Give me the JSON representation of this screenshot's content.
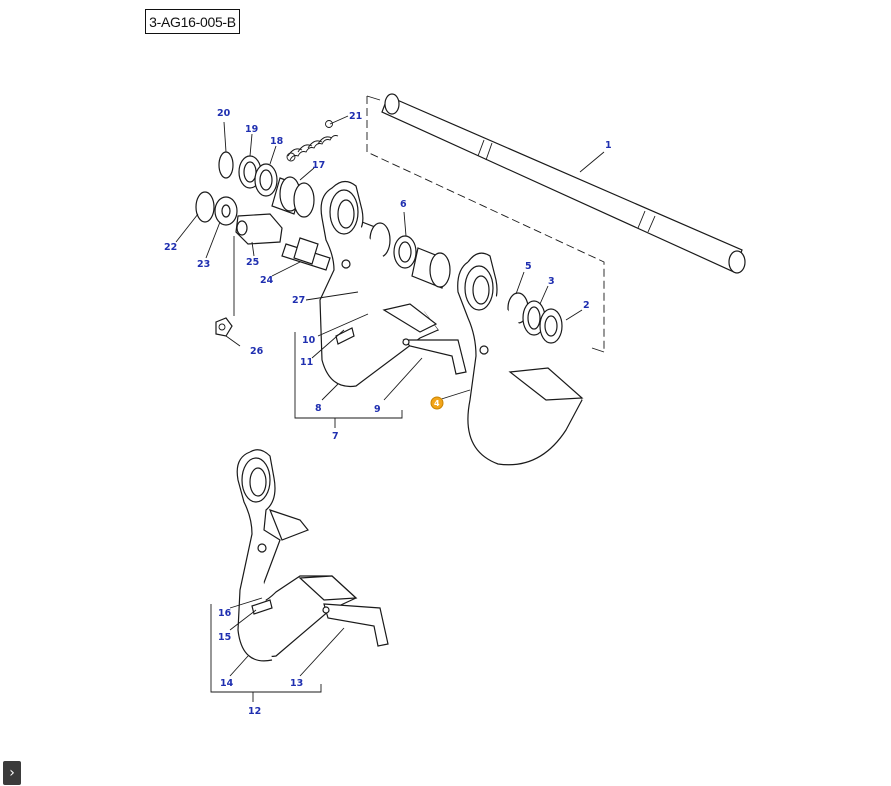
{
  "figure": {
    "reference_code": "3-AG16-005-B"
  },
  "callouts": [
    {
      "id": "1",
      "label": "1"
    },
    {
      "id": "2",
      "label": "2"
    },
    {
      "id": "3",
      "label": "3"
    },
    {
      "id": "4",
      "label": "4",
      "highlighted": true
    },
    {
      "id": "5",
      "label": "5"
    },
    {
      "id": "6",
      "label": "6"
    },
    {
      "id": "7",
      "label": "7"
    },
    {
      "id": "8",
      "label": "8"
    },
    {
      "id": "9",
      "label": "9"
    },
    {
      "id": "10",
      "label": "10"
    },
    {
      "id": "11",
      "label": "11"
    },
    {
      "id": "12",
      "label": "12"
    },
    {
      "id": "13",
      "label": "13"
    },
    {
      "id": "14",
      "label": "14"
    },
    {
      "id": "15",
      "label": "15"
    },
    {
      "id": "16",
      "label": "16"
    },
    {
      "id": "17",
      "label": "17"
    },
    {
      "id": "18",
      "label": "18"
    },
    {
      "id": "19",
      "label": "19"
    },
    {
      "id": "20",
      "label": "20"
    },
    {
      "id": "21",
      "label": "21"
    },
    {
      "id": "22",
      "label": "22"
    },
    {
      "id": "23",
      "label": "23"
    },
    {
      "id": "24",
      "label": "24"
    },
    {
      "id": "25",
      "label": "25"
    },
    {
      "id": "26",
      "label": "26"
    },
    {
      "id": "27",
      "label": "27"
    }
  ],
  "colors": {
    "callout_text": "#1f2fb0",
    "highlight": "#f2a51a",
    "line": "#1a1a1a"
  },
  "controls": {
    "sidebar_toggle_icon": "chevron-right-icon"
  }
}
